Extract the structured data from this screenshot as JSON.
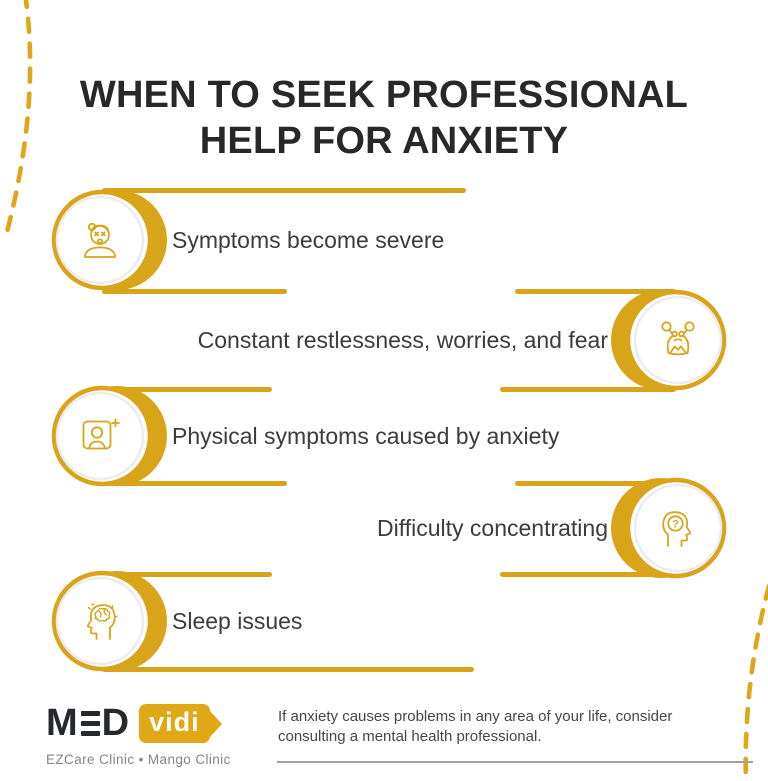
{
  "title": {
    "line1": "WHEN TO SEEK PROFESSIONAL",
    "line2": "HELP FOR ANXIETY"
  },
  "items": [
    {
      "label": "Symptoms become severe",
      "side": "left",
      "icon": "distressed-face-icon"
    },
    {
      "label": "Constant restlessness, worries, and fear",
      "side": "right",
      "icon": "worry-thought-bubbles-icon"
    },
    {
      "label": "Physical symptoms caused by anxiety",
      "side": "left",
      "icon": "telehealth-screen-icon"
    },
    {
      "label": "Difficulty concentrating",
      "side": "right",
      "icon": "head-question-mark-icon"
    },
    {
      "label": "Sleep issues",
      "side": "left",
      "icon": "head-brain-scribble-icon"
    }
  ],
  "footer": {
    "logo_med": "M",
    "logo_d": "D",
    "logo_vidi": "vidi",
    "tagline": "EZCare Clinic • Mango Clinic",
    "note": "If anxiety causes problems in any area of your life, consider consulting a mental health professional."
  },
  "colors": {
    "gold": "#D8A51A",
    "tag_gold": "#E0A816",
    "title_text": "#28282b",
    "item_text": "#3c3c40",
    "logo_dark": "#25282c",
    "tagline_gray": "#85858a",
    "note_gray": "#46464a"
  }
}
